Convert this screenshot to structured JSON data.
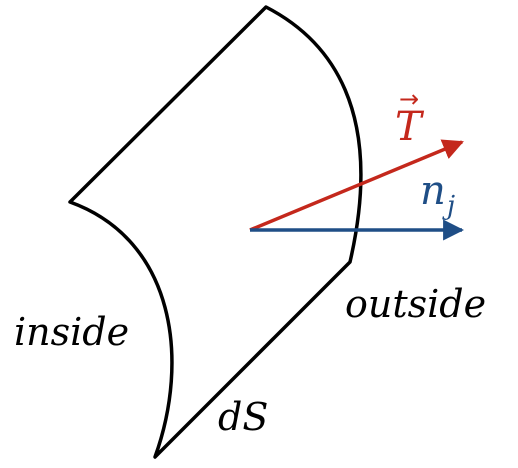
{
  "labels": {
    "traction": "T",
    "traction_arrow_accent": "→",
    "normal_main": "n",
    "normal_sub": "j",
    "outside": "outside",
    "inside": "inside",
    "surface_element": "dS"
  },
  "colors": {
    "traction": "#c4281c",
    "normal": "#1f4e86",
    "outline": "#000000",
    "text": "#000000"
  }
}
